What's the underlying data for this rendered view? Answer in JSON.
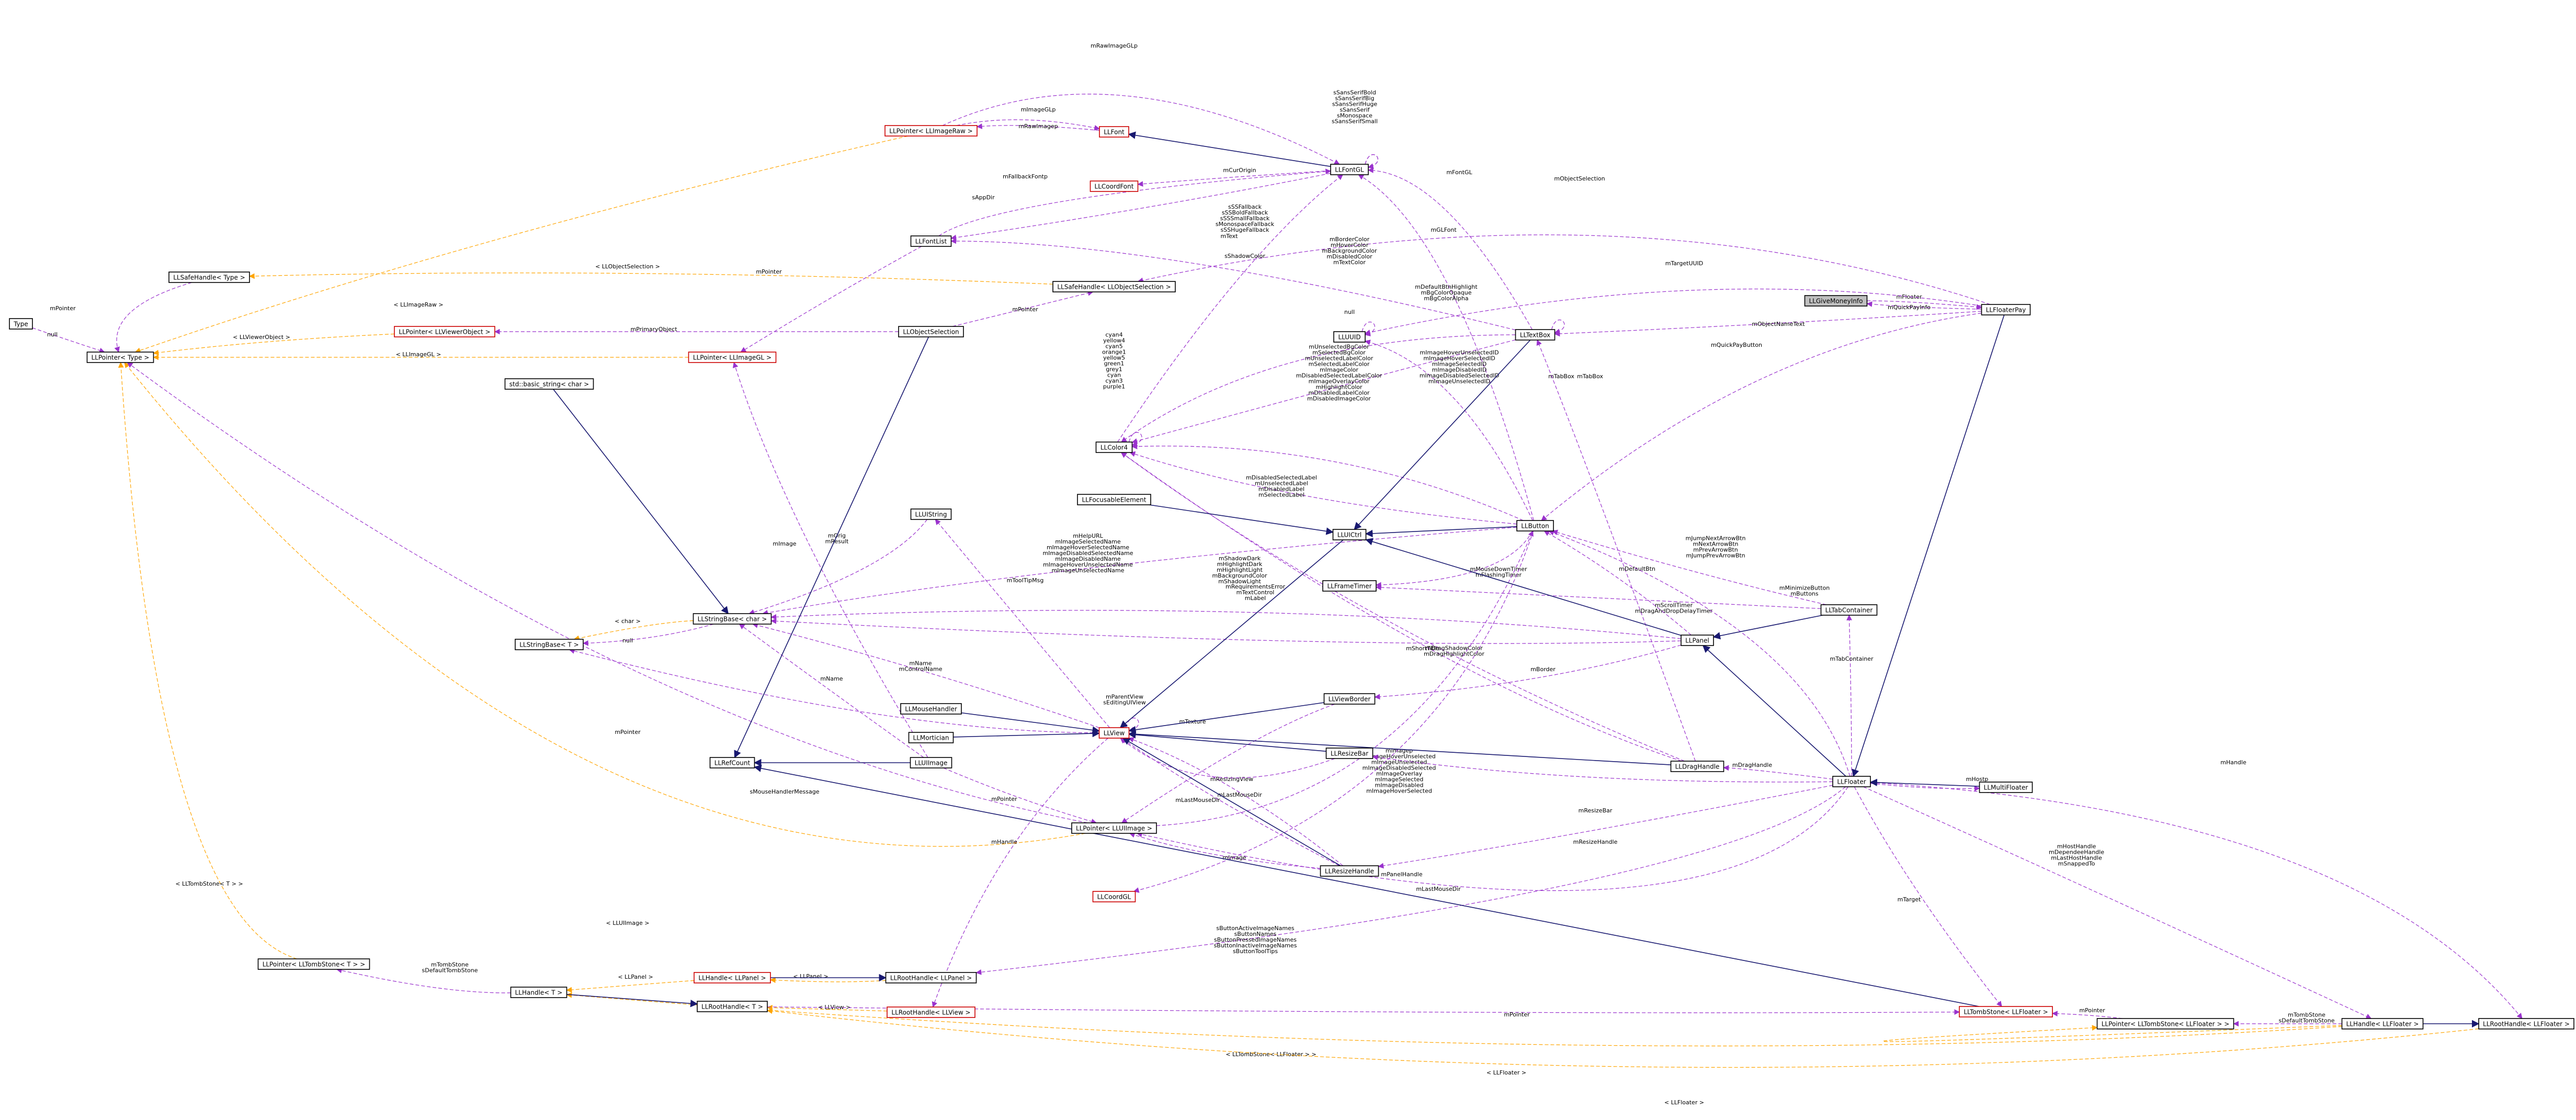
{
  "colors": {
    "member_edge": "#9a32cd",
    "template_edge": "#ffa500",
    "inherit_edge": "#191970",
    "external_border": "#cc0000",
    "highlight_fill": "#bfbfbf"
  },
  "nodes": [
    {
      "id": "LLGiveMoneyInfo",
      "label": "LLGiveMoneyInfo",
      "style": "hl"
    },
    {
      "id": "LLFloaterPay",
      "label": "LLFloaterPay",
      "style": "normal"
    },
    {
      "id": "LLFloater",
      "label": "LLFloater",
      "style": "normal"
    },
    {
      "id": "LLPanel",
      "label": "LLPanel",
      "style": "normal"
    },
    {
      "id": "LLUICtrl",
      "label": "LLUICtrl",
      "style": "normal"
    },
    {
      "id": "LLView",
      "label": "LLView",
      "style": "ext"
    },
    {
      "id": "LLButton",
      "label": "LLButton",
      "style": "normal"
    },
    {
      "id": "LLTextBox",
      "label": "LLTextBox",
      "style": "normal"
    },
    {
      "id": "LLUUID",
      "label": "LLUUID",
      "style": "normal"
    },
    {
      "id": "LLFontGL",
      "label": "LLFontGL",
      "style": "normal"
    },
    {
      "id": "LLFont",
      "label": "LLFont",
      "style": "ext"
    },
    {
      "id": "LLCoordFont",
      "label": "LLCoordFont",
      "style": "ext"
    },
    {
      "id": "LLFontList",
      "label": "LLFontList",
      "style": "normal"
    },
    {
      "id": "LLPointerImageRaw",
      "label": "LLPointer< LLImageRaw >",
      "style": "ext"
    },
    {
      "id": "LLSafeHandleType",
      "label": "LLSafeHandle< Type >",
      "style": "normal"
    },
    {
      "id": "LLSafeHandleObjSel",
      "label": "LLSafeHandle< LLObjectSelection >",
      "style": "normal"
    },
    {
      "id": "LLObjectSelection",
      "label": "LLObjectSelection",
      "style": "normal"
    },
    {
      "id": "LLPointerViewerObject",
      "label": "LLPointer< LLViewerObject >",
      "style": "ext"
    },
    {
      "id": "LLPointerImageGL",
      "label": "LLPointer< LLImageGL >",
      "style": "ext"
    },
    {
      "id": "Type",
      "label": "Type",
      "style": "normal"
    },
    {
      "id": "LLPointerType",
      "label": "LLPointer< Type >",
      "style": "normal"
    },
    {
      "id": "stdBasicString",
      "label": "std::basic_string< char >",
      "style": "normal"
    },
    {
      "id": "LLStringBaseChar",
      "label": "LLStringBase< char >",
      "style": "normal"
    },
    {
      "id": "LLStringBaseT",
      "label": "LLStringBase< T >",
      "style": "normal"
    },
    {
      "id": "LLColor4",
      "label": "LLColor4",
      "style": "normal"
    },
    {
      "id": "LLUIString",
      "label": "LLUIString",
      "style": "normal"
    },
    {
      "id": "LLFocusableElement",
      "label": "LLFocusableElement",
      "style": "normal"
    },
    {
      "id": "LLFrameTimer",
      "label": "LLFrameTimer",
      "style": "normal"
    },
    {
      "id": "LLViewBorder",
      "label": "LLViewBorder",
      "style": "normal"
    },
    {
      "id": "LLResizeBar",
      "label": "LLResizeBar",
      "style": "normal"
    },
    {
      "id": "LLResizeHandle",
      "label": "LLResizeHandle",
      "style": "normal"
    },
    {
      "id": "LLMouseHandler",
      "label": "LLMouseHandler",
      "style": "normal"
    },
    {
      "id": "LLMortician",
      "label": "LLMortician",
      "style": "normal"
    },
    {
      "id": "LLRefCount",
      "label": "LLRefCount",
      "style": "normal"
    },
    {
      "id": "LLUIImage",
      "label": "LLUIImage",
      "style": "normal"
    },
    {
      "id": "LLPointerUIImage",
      "label": "LLPointer< LLUIImage >",
      "style": "normal"
    },
    {
      "id": "LLCoordGL",
      "label": "LLCoordGL",
      "style": "ext"
    },
    {
      "id": "LLTabContainer",
      "label": "LLTabContainer",
      "style": "normal"
    },
    {
      "id": "LLDragHandle",
      "label": "LLDragHandle",
      "style": "normal"
    },
    {
      "id": "LLMultiFloater",
      "label": "LLMultiFloater",
      "style": "normal"
    },
    {
      "id": "LLPointerTombstoneT",
      "label": "LLPointer< LLTombStone< T > >",
      "style": "normal"
    },
    {
      "id": "LLHandleT",
      "label": "LLHandle< T >",
      "style": "normal"
    },
    {
      "id": "LLHandleLLPanel",
      "label": "LLHandle< LLPanel >",
      "style": "ext"
    },
    {
      "id": "LLRootHandleLLPanel",
      "label": "LLRootHandle< LLPanel >",
      "style": "normal"
    },
    {
      "id": "LLRootHandleT",
      "label": "LLRootHandle< T >",
      "style": "normal"
    },
    {
      "id": "LLRootHandleLLView",
      "label": "LLRootHandle< LLView >",
      "style": "ext"
    },
    {
      "id": "LLTombStoneLLFloater",
      "label": "LLTombStone< LLFloater >",
      "style": "ext"
    },
    {
      "id": "LLPointerTombstoneFloater",
      "label": "LLPointer< LLTombStone< LLFloater > >",
      "style": "normal"
    },
    {
      "id": "LLHandleLLFloater",
      "label": "LLHandle< LLFloater >",
      "style": "normal"
    },
    {
      "id": "LLRootHandleLLFloater",
      "label": "LLRootHandle< LLFloater >",
      "style": "normal"
    }
  ],
  "edges": [
    {
      "kind": "member",
      "label": [
        "mFloater"
      ]
    },
    {
      "kind": "member",
      "label": [
        "mQuickPayInfo"
      ]
    },
    {
      "kind": "member",
      "label": [
        "mTargetUUID"
      ]
    },
    {
      "kind": "member",
      "label": [
        "mObjectNameText"
      ]
    },
    {
      "kind": "member",
      "label": [
        "mQuickPayButton"
      ]
    },
    {
      "kind": "member",
      "label": [
        "mObjectSelection"
      ]
    },
    {
      "kind": "member",
      "label": [
        "mRawImageGLp"
      ]
    },
    {
      "kind": "member",
      "label": [
        "mImageGLp"
      ]
    },
    {
      "kind": "member",
      "label": [
        "mRawImagep"
      ]
    },
    {
      "kind": "member",
      "label": [
        "sSansSerifBold",
        "sSansSerifBig",
        "sSansSerifHuge",
        "sSansSerif",
        "sMonospace",
        "sSansSerifSmall"
      ]
    },
    {
      "kind": "member",
      "label": [
        "mFontGL"
      ]
    },
    {
      "kind": "member",
      "label": [
        "mFallbackFontp"
      ]
    },
    {
      "kind": "member",
      "label": [
        "mCurOrigin"
      ]
    },
    {
      "kind": "member",
      "label": [
        "sAppDir"
      ]
    },
    {
      "kind": "member",
      "label": [
        "sSSFallback",
        "sSSBoldFallback",
        "sSSSmallFallback",
        "sMonospaceFallback",
        "sSSHugeFallback"
      ]
    },
    {
      "kind": "member",
      "label": [
        "mText"
      ]
    },
    {
      "kind": "member",
      "label": [
        "mGLFont"
      ]
    },
    {
      "kind": "member",
      "label": [
        "sShadowColor"
      ]
    },
    {
      "kind": "member",
      "label": [
        "mPointer"
      ]
    },
    {
      "kind": "tmpl",
      "label": [
        "< LLObjectSelection >"
      ]
    },
    {
      "kind": "member",
      "label": [
        "mBorderColor",
        "mHoverColor",
        "mBackgroundColor",
        "mDisabledColor",
        "mTextColor"
      ]
    },
    {
      "kind": "member",
      "label": [
        "null"
      ]
    },
    {
      "kind": "member",
      "label": [
        "mDefaultBtnHighlight",
        "mBgColorOpaque",
        "mBgColorAlpha"
      ]
    },
    {
      "kind": "member",
      "label": [
        "cyan4",
        "yellow4",
        "cyan5",
        "orange1",
        "yellow5",
        "green1",
        "grey1",
        "cyan",
        "cyan3",
        "purple1"
      ]
    },
    {
      "kind": "member",
      "label": [
        "mUnselectedBgColor",
        "mSelectedBgColor",
        "mUnselectedLabelColor",
        "mSelectedLabelColor",
        "mImageColor",
        "mDisabledSelectedLabelColor",
        "mImageOverlayColor",
        "mHighlightColor",
        "mDisabledLabelColor",
        "mDisabledImageColor"
      ]
    },
    {
      "kind": "member",
      "label": [
        "mImageHoverUnselectedID",
        "mImageHoverSelectedID",
        "mImageSelectedID",
        "mImageDisabledID",
        "mImageDisabledSelectedID",
        "mImageUnselectedID"
      ]
    },
    {
      "kind": "member",
      "label": [
        "mTabBox"
      ]
    },
    {
      "kind": "member",
      "label": [
        "mTabBox"
      ]
    },
    {
      "kind": "member",
      "label": [
        "mPrimaryObject"
      ]
    },
    {
      "kind": "tmpl",
      "label": [
        "< LLViewerObject >"
      ]
    },
    {
      "kind": "tmpl",
      "label": [
        "< LLImageGL >"
      ]
    },
    {
      "kind": "tmpl",
      "label": [
        "< LLImageRaw >"
      ]
    },
    {
      "kind": "member",
      "label": [
        "mPointer"
      ]
    },
    {
      "kind": "member",
      "label": [
        "mPointer"
      ]
    },
    {
      "kind": "member",
      "label": [
        "mDisabledSelectedLabel",
        "mUnselectedLabel",
        "mDisabledLabel",
        "mSelectedLabel"
      ]
    },
    {
      "kind": "member",
      "label": [
        "mHelpURL",
        "mImageSelectedName",
        "mImageHoverSelectedName",
        "mImageDisabledSelectedName",
        "mImageDisabledName",
        "mImageHoverUnselectedName",
        "mImageUnselectedName"
      ]
    },
    {
      "kind": "member",
      "label": [
        "mOrig",
        "mResult"
      ]
    },
    {
      "kind": "member",
      "label": [
        "mToolTipMsg"
      ]
    },
    {
      "kind": "member",
      "label": [
        "mImage"
      ]
    },
    {
      "kind": "member",
      "label": [
        "null"
      ]
    },
    {
      "kind": "tmpl",
      "label": [
        "< char >"
      ]
    },
    {
      "kind": "member",
      "label": [
        "null"
      ]
    },
    {
      "kind": "member",
      "label": [
        "mMouseDownTimer",
        "mFlashingTimer"
      ]
    },
    {
      "kind": "member",
      "label": [
        "mScrollTimer",
        "mDragAndDropDelayTimer"
      ]
    },
    {
      "kind": "member",
      "label": [
        "mDefaultBtn"
      ]
    },
    {
      "kind": "member",
      "label": [
        "mJumpNextArrowBtn",
        "mNextArrowBtn",
        "mPrevArrowBtn",
        "mJumpPrevArrowBtn"
      ]
    },
    {
      "kind": "member",
      "label": [
        "mMinimizeButton",
        "mButtons"
      ]
    },
    {
      "kind": "member",
      "label": [
        "mRequirementsError",
        "mTextControl",
        "mLabel"
      ]
    },
    {
      "kind": "member",
      "label": [
        "mShadowDark",
        "mHighlightDark",
        "mHighlightLight",
        "mBackgroundColor",
        "mShadowLight"
      ]
    },
    {
      "kind": "member",
      "label": [
        "mShortTitle"
      ]
    },
    {
      "kind": "member",
      "label": [
        "mDragShadowColor",
        "mDragHighlightColor"
      ]
    },
    {
      "kind": "member",
      "label": [
        "mBorder"
      ]
    },
    {
      "kind": "member",
      "label": [
        "mName",
        "mControlName"
      ]
    },
    {
      "kind": "member",
      "label": [
        "mName"
      ]
    },
    {
      "kind": "member",
      "label": [
        "mParentView",
        "sEditingUIView"
      ]
    },
    {
      "kind": "member",
      "label": [
        "mTexture"
      ]
    },
    {
      "kind": "member",
      "label": [
        "mResizingView"
      ]
    },
    {
      "kind": "member",
      "label": [
        "mImagep",
        "mImageHoverUnselected",
        "mImageUnselected",
        "mImageDisabledSelected",
        "mImageOverlay",
        "mImageSelected",
        "mImageDisabled",
        "mImageHoverSelected"
      ]
    },
    {
      "kind": "member",
      "label": [
        "mLastMouseDir"
      ]
    },
    {
      "kind": "member",
      "label": [
        "mImage"
      ]
    },
    {
      "kind": "member",
      "label": [
        "mLastMouseDir"
      ]
    },
    {
      "kind": "member",
      "label": [
        "mLastMouseDir"
      ]
    },
    {
      "kind": "member",
      "label": [
        "mPointer"
      ]
    },
    {
      "kind": "member",
      "label": [
        "sMouseHandlerMessage"
      ]
    },
    {
      "kind": "member",
      "label": [
        "mHandle"
      ]
    },
    {
      "kind": "member",
      "label": [
        "mPanelHandle"
      ]
    },
    {
      "kind": "member",
      "label": [
        "mDragHandle"
      ]
    },
    {
      "kind": "member",
      "label": [
        "mResizeBar"
      ]
    },
    {
      "kind": "member",
      "label": [
        "mResizeHandle"
      ]
    },
    {
      "kind": "member",
      "label": [
        "mTabContainer"
      ]
    },
    {
      "kind": "member",
      "label": [
        "mHostHandle",
        "mDependeeHandle",
        "mLastHostHandle",
        "mSnappedTo"
      ]
    },
    {
      "kind": "member",
      "label": [
        "mHandle"
      ]
    },
    {
      "kind": "member",
      "label": [
        "mHostp"
      ]
    },
    {
      "kind": "member",
      "label": [
        "mTarget"
      ]
    },
    {
      "kind": "member",
      "label": [
        "sButtonActiveImageNames",
        "sButtonNames",
        "sButtonPressedImageNames",
        "sButtonInactiveImageNames",
        "sButtonToolTips"
      ]
    },
    {
      "kind": "tmpl",
      "label": [
        "< LLUIImage >"
      ]
    },
    {
      "kind": "tmpl",
      "label": [
        "< LLTombStone< T > >"
      ]
    },
    {
      "kind": "member",
      "label": [
        "mTombStone",
        "sDefaultTombStone"
      ]
    },
    {
      "kind": "tmpl",
      "label": [
        "< LLPanel >"
      ]
    },
    {
      "kind": "tmpl",
      "label": [
        "< LLPanel >"
      ]
    },
    {
      "kind": "tmpl",
      "label": [
        "< LLView >"
      ]
    },
    {
      "kind": "tmpl",
      "label": [
        "< LLTombStone< LLFloater > >"
      ]
    },
    {
      "kind": "member",
      "label": [
        "mPointer"
      ]
    },
    {
      "kind": "member",
      "label": [
        "mTombStone",
        "sDefaultTombStone"
      ]
    },
    {
      "kind": "tmpl",
      "label": [
        "< LLFloater >"
      ]
    },
    {
      "kind": "tmpl",
      "label": [
        "< LLFloater >"
      ]
    },
    {
      "kind": "member",
      "label": [
        "mPointer"
      ]
    },
    {
      "kind": "member",
      "label": [
        "mPointer"
      ]
    },
    {
      "kind": "inherit",
      "label": []
    },
    {
      "kind": "inherit",
      "label": []
    },
    {
      "kind": "inherit",
      "label": []
    },
    {
      "kind": "inherit",
      "label": []
    },
    {
      "kind": "inherit",
      "label": []
    },
    {
      "kind": "inherit",
      "label": []
    },
    {
      "kind": "inherit",
      "label": []
    },
    {
      "kind": "inherit",
      "label": []
    },
    {
      "kind": "inherit",
      "label": []
    },
    {
      "kind": "inherit",
      "label": []
    },
    {
      "kind": "inherit",
      "label": []
    },
    {
      "kind": "inherit",
      "label": []
    },
    {
      "kind": "inherit",
      "label": []
    },
    {
      "kind": "inherit",
      "label": []
    },
    {
      "kind": "inherit",
      "label": []
    },
    {
      "kind": "inherit",
      "label": []
    },
    {
      "kind": "inherit",
      "label": []
    },
    {
      "kind": "inherit",
      "label": []
    },
    {
      "kind": "inherit",
      "label": []
    },
    {
      "kind": "inherit",
      "label": []
    },
    {
      "kind": "inherit",
      "label": []
    },
    {
      "kind": "inherit",
      "label": []
    },
    {
      "kind": "inherit",
      "label": []
    }
  ]
}
